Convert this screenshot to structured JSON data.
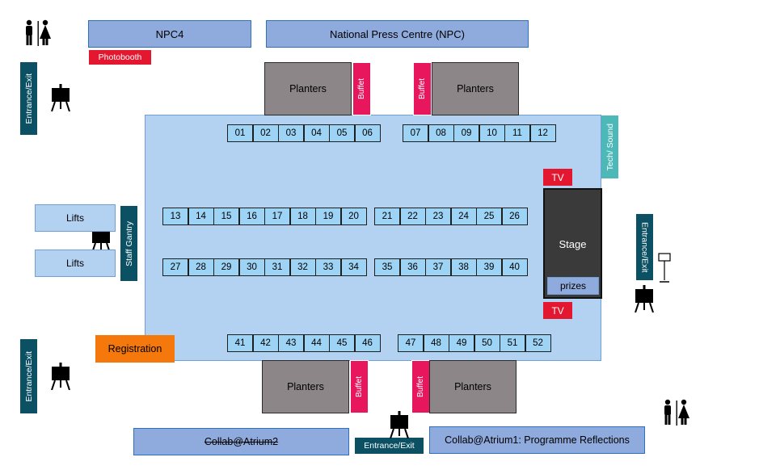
{
  "labels": {
    "npc4": "NPC4",
    "npc": "National Press Centre (NPC)",
    "photobooth": "Photobooth",
    "entrance_exit": "Entrance/Exit",
    "planters": "Planters",
    "buffet": "Buffet",
    "tech_sound": "Tech/ Sound",
    "tv": "TV",
    "stage": "Stage",
    "prizes": "prizes",
    "lifts": "Lifts",
    "staff_gantry": "Staff Gantry",
    "registration": "Registration",
    "collab_atrium2": "Collab@Atrium2",
    "collab_atrium1": "Collab@Atrium1: Programme Reflections"
  },
  "tables": {
    "top_left": [
      "01",
      "02",
      "03",
      "04",
      "05",
      "06"
    ],
    "top_right": [
      "07",
      "08",
      "09",
      "10",
      "11",
      "12"
    ],
    "row2_left": [
      "13",
      "14",
      "15",
      "16",
      "17",
      "18",
      "19",
      "20"
    ],
    "row2_right": [
      "21",
      "22",
      "23",
      "24",
      "25",
      "26"
    ],
    "row3_left": [
      "27",
      "28",
      "29",
      "30",
      "31",
      "32",
      "33",
      "34"
    ],
    "row3_right": [
      "35",
      "36",
      "37",
      "38",
      "39",
      "40"
    ],
    "bottom_left": [
      "41",
      "42",
      "43",
      "44",
      "45",
      "46"
    ],
    "bottom_right": [
      "47",
      "48",
      "49",
      "50",
      "51",
      "52"
    ]
  },
  "colors": {
    "hall": "#b3d1f1",
    "table": "#9dd3f5",
    "label_box": "#8faadc",
    "dark_teal": "#0b5163",
    "buffet_pink": "#e8175d",
    "tv_red": "#e3172f",
    "planter_gray": "#8c8689",
    "stage": "#3a3a3a",
    "registration": "#f4780c",
    "tech_sound": "#4db8b8"
  },
  "icons": [
    "restroom-icon",
    "easel-icon",
    "sign-stand-icon"
  ]
}
